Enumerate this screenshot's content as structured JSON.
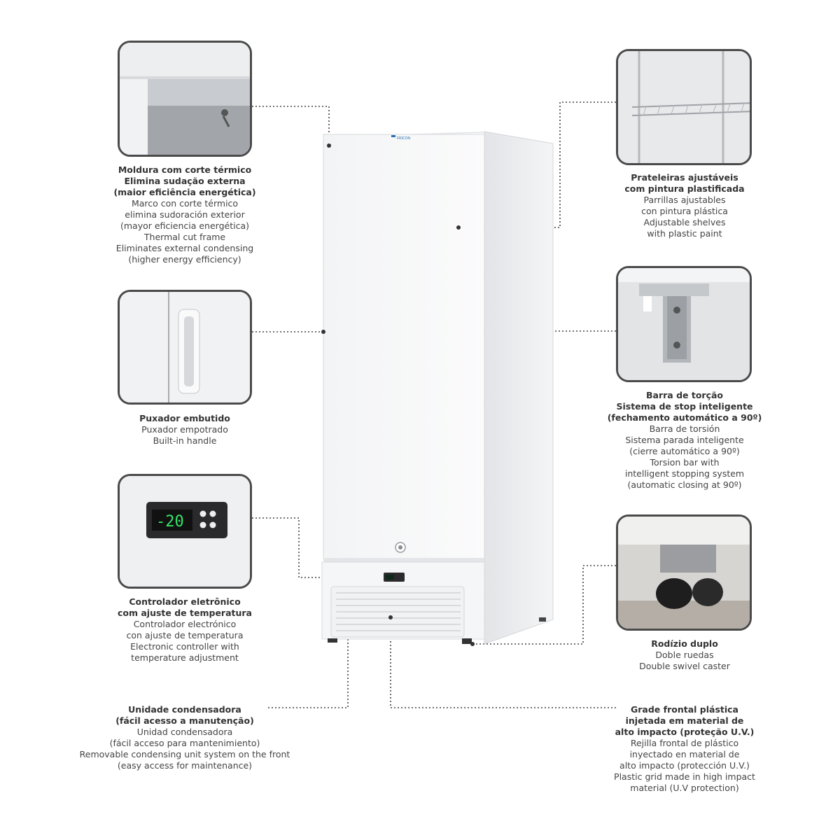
{
  "brand": "FRICON",
  "display_value": "-20",
  "callouts": {
    "frame": {
      "bold": [
        "Moldura com corte térmico",
        "Elimina sudação externa",
        "(maior eficiência energética)"
      ],
      "normal": [
        "Marco con corte térmico",
        "elimina sudoración exterior",
        "(mayor eficiencia energética)",
        "Thermal cut frame",
        "Eliminates external condensing",
        "(higher energy efficiency)"
      ]
    },
    "handle": {
      "bold": [
        "Puxador embutido"
      ],
      "normal": [
        "Puxador empotrado",
        "Built-in handle"
      ]
    },
    "controller": {
      "bold": [
        "Controlador eletrônico",
        "com ajuste de temperatura"
      ],
      "normal": [
        "Controlador electrónico",
        "con ajuste de temperatura",
        "Electronic controller with",
        "temperature adjustment"
      ]
    },
    "condenser": {
      "bold": [
        "Unidade condensadora",
        "(fácil acesso a manutenção)"
      ],
      "normal": [
        "Unidad condensadora",
        "(fácil acceso para mantenimiento)",
        "Removable condensing unit system on the front",
        "(easy access for maintenance)"
      ]
    },
    "shelves": {
      "bold": [
        "Prateleiras ajustáveis",
        "com pintura plastificada"
      ],
      "normal": [
        "Parrillas ajustables",
        "con pintura plástica",
        "Adjustable shelves",
        "with plastic paint"
      ]
    },
    "torsion": {
      "bold": [
        "Barra de torção",
        "Sistema de stop inteligente",
        "(fechamento automático a 90º)"
      ],
      "normal": [
        "Barra de torsión",
        "Sistema parada inteligente",
        "(cierre automático a 90º)",
        "Torsion bar with",
        "intelligent stopping system",
        "(automatic closing at 90º)"
      ]
    },
    "caster": {
      "bold": [
        "Rodízio duplo"
      ],
      "normal": [
        "Doble ruedas",
        "Double swivel caster"
      ]
    },
    "grid": {
      "bold": [
        "Grade frontal plástica",
        "injetada em material de",
        "alto impacto (proteção U.V.)"
      ],
      "normal": [
        "Rejilla frontal de plástico",
        "inyectado en material de",
        "alto impacto (protección U.V.)",
        "Plastic grid made in high impact",
        "material (U.V protection)"
      ]
    }
  }
}
